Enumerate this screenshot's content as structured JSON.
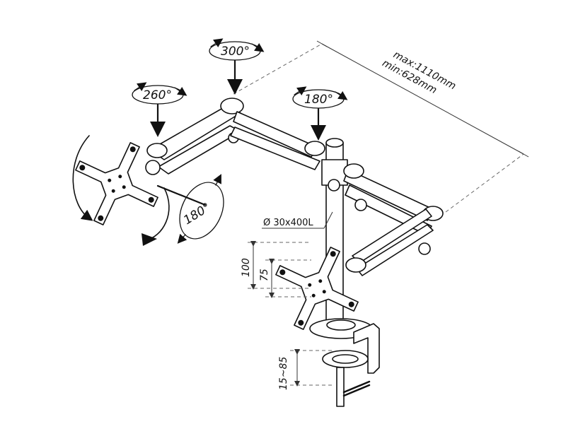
{
  "labels": {
    "rot_300": "300°",
    "rot_260": "260°",
    "rot_180_top": "180°",
    "rot_180_side": "180°",
    "max_length": "max:1110mm",
    "min_length": "min:628mm",
    "pole_spec": "Ø 30x400L",
    "height_100": "100",
    "height_75": "75",
    "clamp_range": "15~85"
  },
  "colors": {
    "line": "#111111",
    "dash": "#666666",
    "background": "#ffffff"
  }
}
